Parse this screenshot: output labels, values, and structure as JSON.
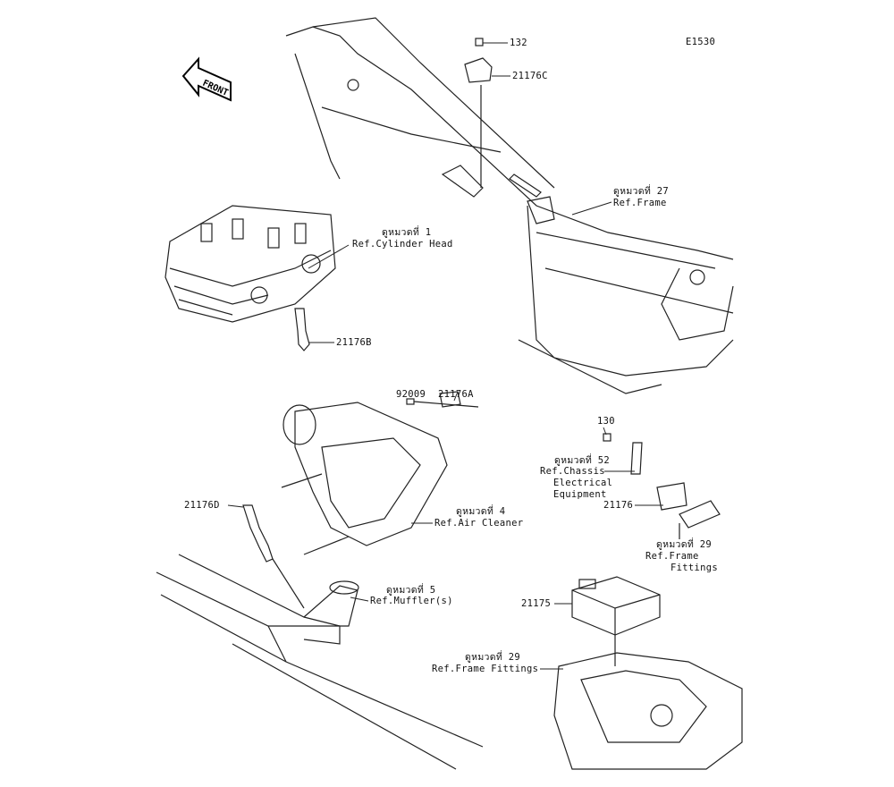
{
  "diagram_code": "E1530",
  "front_indicator": "FRONT",
  "callouts": {
    "p132": "132",
    "p21176C": "21176C",
    "frame_ref_th": "ดูหมวดที่ 27",
    "frame_ref": "Ref.Frame",
    "cyl_ref_th": "ดูหมวดที่ 1",
    "cyl_ref": "Ref.Cylinder Head",
    "p21176B": "21176B",
    "p92009": "92009",
    "p21176A": "21176A",
    "p130": "130",
    "chassis_ref_th": "ดูหมวดที่ 52",
    "chassis_ref_1": "Ref.Chassis",
    "chassis_ref_2": "Electrical",
    "chassis_ref_3": "Equipment",
    "p21176": "21176",
    "fittings_ref_th": "ดูหมวดที่ 29",
    "fittings_ref_1": "Ref.Frame",
    "fittings_ref_2": "Fittings",
    "p21176D": "21176D",
    "air_ref_th": "ดูหมวดที่ 4",
    "air_ref": "Ref.Air Cleaner",
    "muffler_ref_th": "ดูหมวดที่ 5",
    "muffler_ref": "Ref.Muffler(s)",
    "p21175": "21175",
    "fittings2_ref_th": "ดูหมวดที่ 29",
    "fittings2_ref": "Ref.Frame Fittings"
  }
}
